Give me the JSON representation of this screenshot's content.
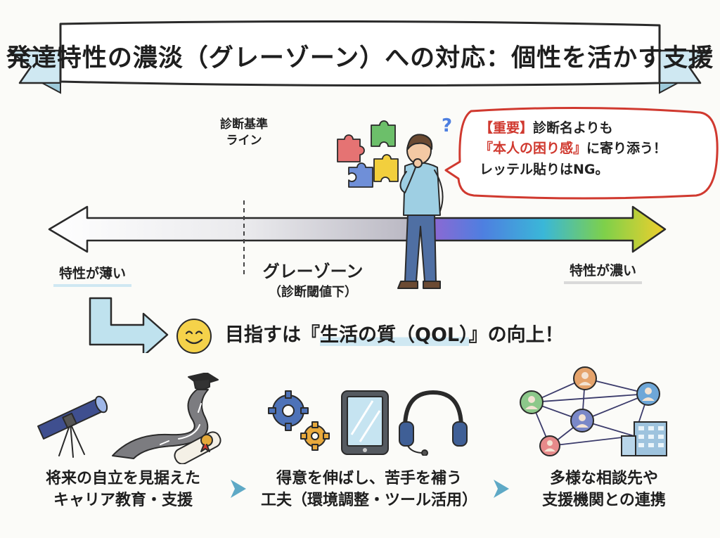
{
  "title": "発達特性の濃淡（グレーゾーン）への対応：個性を活かす支援",
  "spectrum": {
    "criteria_line_label_1": "診断基準",
    "criteria_line_label_2": "ライン",
    "left_label": "特性が薄い",
    "right_label": "特性が濃い",
    "gray_zone_label": "グレーゾーン",
    "gray_zone_sub": "（診断閾値下）"
  },
  "bubble": {
    "line1_tag": "【重要】",
    "line1_rest": "診断名よりも",
    "line2_red": "『本人の困り感』",
    "line2_rest": "に寄り添う！",
    "line3": "レッテル貼りはNG。"
  },
  "question_mark": "?",
  "goal": {
    "text_prefix": "目指すは『",
    "text_highlight": "生活の質（QOL）",
    "text_suffix": "』の向上！"
  },
  "bottom": {
    "item1_line1": "将来の自立を見据えた",
    "item1_line2": "キャリア教育・支援",
    "item2_line1": "得意を伸ばし、苦手を補う",
    "item2_line2": "工夫（環境調整・ツール活用）",
    "item3_line1": "多様な相談先や",
    "item3_line2": "支援機関との連携"
  },
  "icons": {
    "banner": "ribbon-banner-icon",
    "puzzle": "puzzle-pieces-icon",
    "person": "thinking-person-icon",
    "smile": "smile-face-icon",
    "telescope": "telescope-icon",
    "road": "winding-road-icon",
    "cap": "graduation-cap-icon",
    "diploma": "diploma-icon",
    "gears": "gears-icon",
    "tablet": "tablet-icon",
    "headphones": "headphones-icon",
    "network": "people-network-icon",
    "building": "building-icon"
  },
  "colors": {
    "accent_red": "#d0392f",
    "arrow_blue": "#8fc7dc",
    "highlight_blue": "#cfe8f2"
  }
}
